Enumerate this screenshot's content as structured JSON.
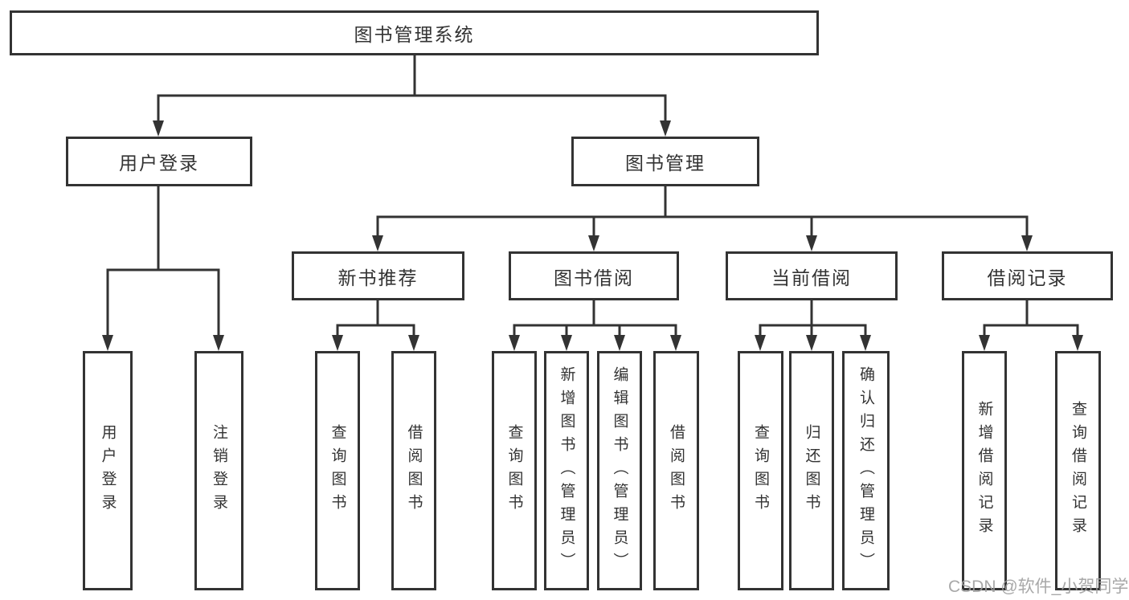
{
  "tree": {
    "root": "图书管理系统",
    "branches": [
      {
        "label": "用户登录",
        "children": [
          "用户登录",
          "注销登录"
        ]
      },
      {
        "label": "图书管理",
        "children": [
          {
            "label": "新书推荐",
            "children": [
              "查询图书",
              "借阅图书"
            ]
          },
          {
            "label": "图书借阅",
            "children": [
              "查询图书",
              "新增图书（管理员）",
              "编辑图书（管理员）",
              "借阅图书"
            ]
          },
          {
            "label": "当前借阅",
            "children": [
              "查询图书",
              "归还图书",
              "确认归还（管理员）"
            ]
          },
          {
            "label": "借阅记录",
            "children": [
              "新增借阅记录",
              "查询借阅记录"
            ]
          }
        ]
      }
    ]
  },
  "watermark": "CSDN @软件_小贺同学",
  "colors": {
    "line": "#333333",
    "text": "#333333",
    "box_background": "#ffffff",
    "watermark": "#9e9e9e",
    "background": "#ffffff"
  }
}
